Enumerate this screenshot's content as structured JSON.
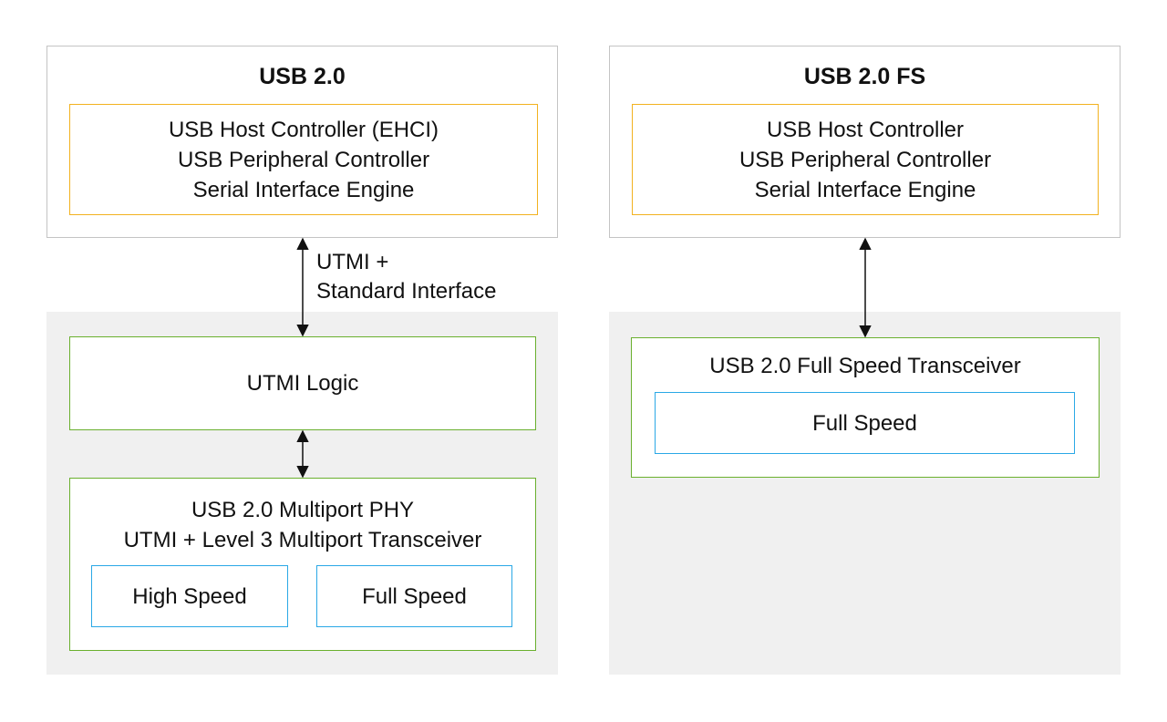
{
  "left": {
    "title": "USB 2.0",
    "controller_lines": [
      "USB Host Controller (EHCI)",
      "USB Peripheral Controller",
      "Serial Interface Engine"
    ],
    "interface_label_lines": [
      "UTMI +",
      "Standard Interface"
    ],
    "utmi_logic": "UTMI Logic",
    "phy_lines": [
      "USB 2.0 Multiport PHY",
      "UTMI + Level 3 Multiport Transceiver"
    ],
    "high_speed": "High Speed",
    "full_speed": "Full Speed"
  },
  "right": {
    "title": "USB 2.0 FS",
    "controller_lines": [
      "USB Host Controller",
      "USB Peripheral Controller",
      "Serial Interface Engine"
    ],
    "transceiver_title": "USB 2.0 Full Speed Transceiver",
    "full_speed": "Full Speed"
  },
  "colors": {
    "panel_gray": "#f0f0f0",
    "outer_border": "#c4c4c4",
    "controller_border": "#f2b21f",
    "phy_border": "#6ab02e",
    "speed_border": "#2aa8e6"
  }
}
